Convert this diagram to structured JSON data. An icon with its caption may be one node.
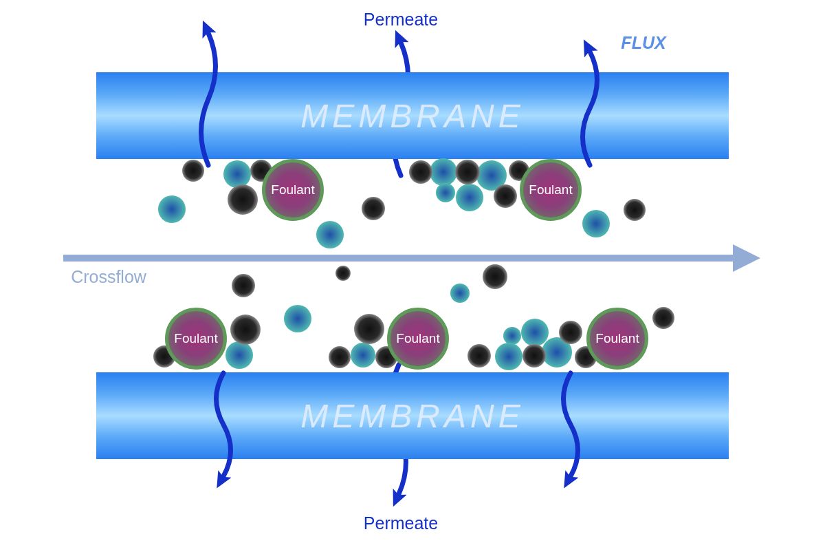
{
  "diagram": {
    "nodes": [
      {
        "text": [
          "MEMBRANE"
        ]
      },
      {
        "text": [
          "Foulant"
        ]
      },
      {
        "text": [
          "Foulant"
        ]
      },
      {
        "text": [
          "Foulant"
        ]
      },
      {
        "text": [
          "Foulant"
        ]
      },
      {
        "text": [
          "Foulant"
        ]
      },
      {
        "text": [
          "MEMBRANE"
        ]
      }
    ],
    "labels": [
      "Permeate",
      "FLUX",
      "Crossflow",
      "Permeate"
    ]
  }
}
